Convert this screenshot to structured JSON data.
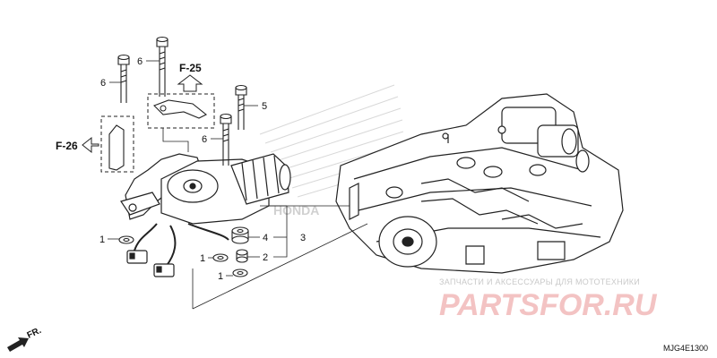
{
  "diagram": {
    "part_code": "MJG4E1300",
    "ref_f25": "F-25",
    "ref_f26": "F-26",
    "direction": "FR.",
    "callouts": {
      "c1a": "1",
      "c1b": "1",
      "c1c": "1",
      "c2": "2",
      "c3": "3",
      "c4": "4",
      "c5": "5",
      "c6a": "6",
      "c6b": "6",
      "c6c": "6"
    },
    "brand_mark": "HONDA"
  },
  "watermark": {
    "caption": "ЗАПЧАСТИ И АКСЕССУАРЫ ДЛЯ МОТОТЕХНИКИ",
    "logo": "PARTSFOR.RU",
    "color": "#e23b3b"
  }
}
